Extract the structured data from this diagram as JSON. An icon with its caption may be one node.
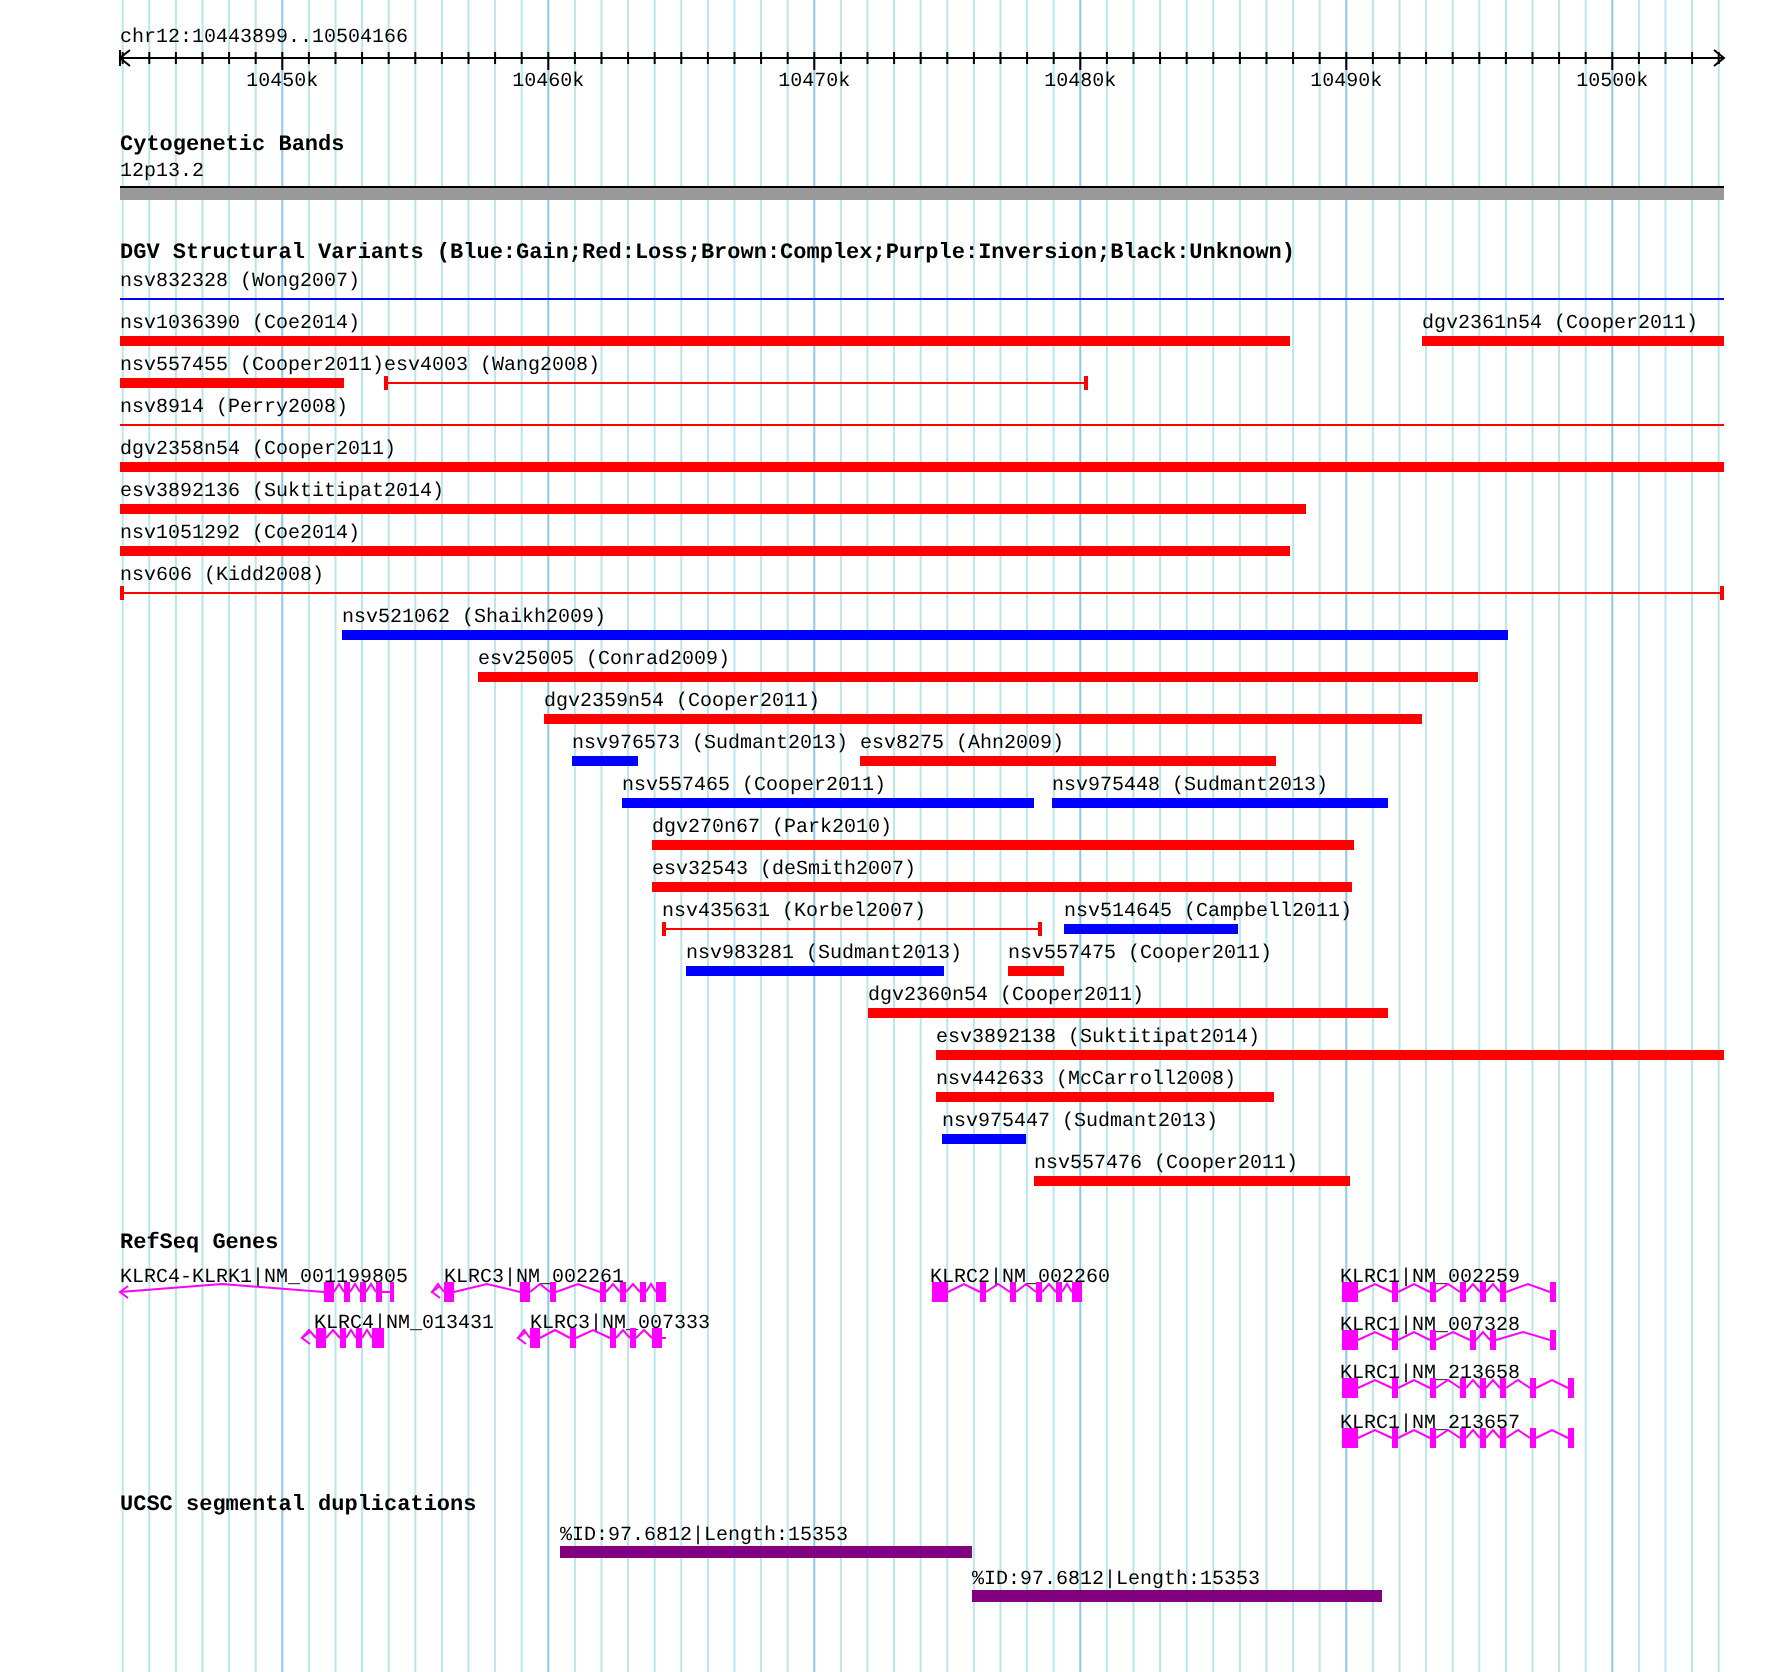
{
  "diagram": {
    "nodes": [
      {
        "text": [
          "12p13.2"
        ]
      },
      {
        "text": [
          "nsv832328 (Wong2007)"
        ]
      },
      {
        "text": [
          "nsv1036390 (Coe2014)"
        ]
      },
      {
        "text": [
          "dgv2361n54 (Cooper2011)"
        ]
      },
      {
        "text": [
          "nsv557455 (Cooper2011)"
        ]
      },
      {
        "text": [
          "esv4003 (Wang2008)"
        ]
      },
      {
        "text": [
          "nsv8914 (Perry2008)"
        ]
      },
      {
        "text": [
          "dgv2358n54 (Cooper2011)"
        ]
      },
      {
        "text": [
          "esv3892136 (Suktitipat2014)"
        ]
      },
      {
        "text": [
          "nsv1051292 (Coe2014)"
        ]
      },
      {
        "text": [
          "nsv606 (Kidd2008)"
        ]
      },
      {
        "text": [
          "nsv521062 (Shaikh2009)"
        ]
      },
      {
        "text": [
          "esv25005 (Conrad2009)"
        ]
      },
      {
        "text": [
          "dgv2359n54 (Cooper2011)"
        ]
      },
      {
        "text": [
          "nsv976573 (Sudmant2013)"
        ]
      },
      {
        "text": [
          "esv8275 (Ahn2009)"
        ]
      },
      {
        "text": [
          "nsv557465 (Cooper2011)"
        ]
      },
      {
        "text": [
          "nsv975448 (Sudmant2013)"
        ]
      },
      {
        "text": [
          "dgv270n67 (Park2010)"
        ]
      },
      {
        "text": [
          "esv32543 (deSmith2007)"
        ]
      },
      {
        "text": [
          "nsv435631 (Korbel2007)"
        ]
      },
      {
        "text": [
          "nsv514645 (Campbell2011)"
        ]
      },
      {
        "text": [
          "nsv983281 (Sudmant2013)"
        ]
      },
      {
        "text": [
          "nsv557475 (Cooper2011)"
        ]
      },
      {
        "text": [
          "dgv2360n54 (Cooper2011)"
        ]
      },
      {
        "text": [
          "esv3892138 (Suktitipat2014)"
        ]
      },
      {
        "text": [
          "nsv442633 (McCarroll2008)"
        ]
      },
      {
        "text": [
          "nsv975447 (Sudmant2013)"
        ]
      },
      {
        "text": [
          "nsv557476 (Cooper2011)"
        ]
      },
      {
        "text": [
          "KLRC4-KLRK1|NM_001199805"
        ]
      },
      {
        "text": [
          "KLRC3|NM_002261"
        ]
      },
      {
        "text": [
          "KLRC2|NM_002260"
        ]
      },
      {
        "text": [
          "KLRC1|NM_002259"
        ]
      },
      {
        "text": [
          "KLRC4|NM_013431"
        ]
      },
      {
        "text": [
          "KLRC3|NM_007333"
        ]
      },
      {
        "text": [
          "KLRC1|NM_007328"
        ]
      },
      {
        "text": [
          "KLRC1|NM_213658"
        ]
      },
      {
        "text": [
          "KLRC1|NM_213657"
        ]
      },
      {
        "text": [
          "%ID:97.6812|Length:15353"
        ]
      },
      {
        "text": [
          "%ID:97.6812|Length:15353"
        ]
      }
    ],
    "labels": [
      "chr12:10443899..10504166",
      "10450k",
      "10460k",
      "10470k",
      "10480k",
      "10490k",
      "10500k",
      "Cytogenetic Bands",
      "DGV Structural Variants (Blue:Gain;Red:Loss;Brown:Complex;Purple:Inversion;Black:Unknown)",
      "RefSeq Genes",
      "UCSC segmental duplications"
    ]
  }
}
